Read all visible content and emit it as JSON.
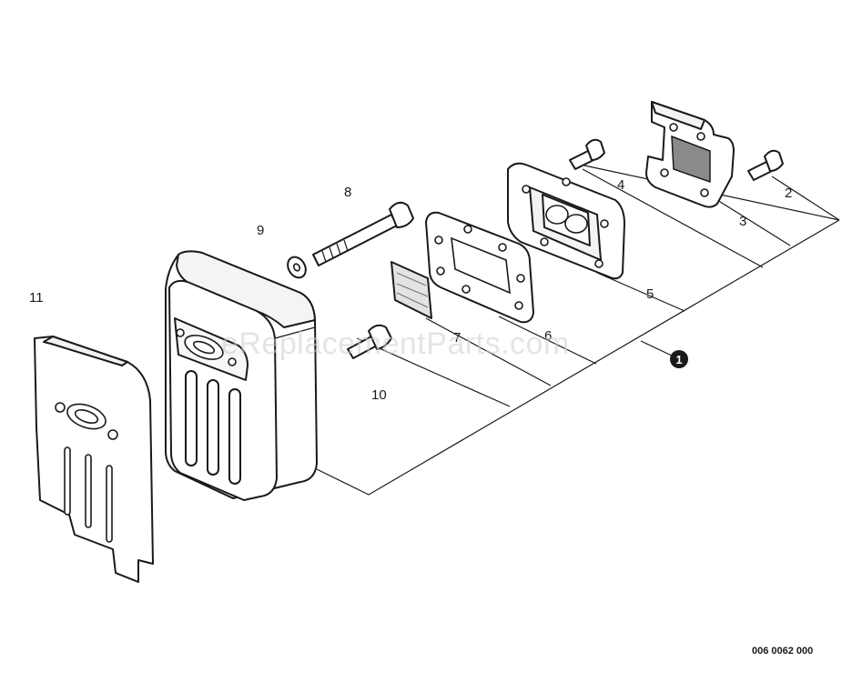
{
  "callouts": {
    "c2": "2",
    "c3": "3",
    "c4": "4",
    "c5": "5",
    "c6": "6",
    "c7": "7",
    "c8": "8",
    "c9": "9",
    "c10": "10",
    "c11": "11"
  },
  "assembly": "1",
  "watermark": "eReplacementParts.com",
  "figure_code": "006 0062 000"
}
